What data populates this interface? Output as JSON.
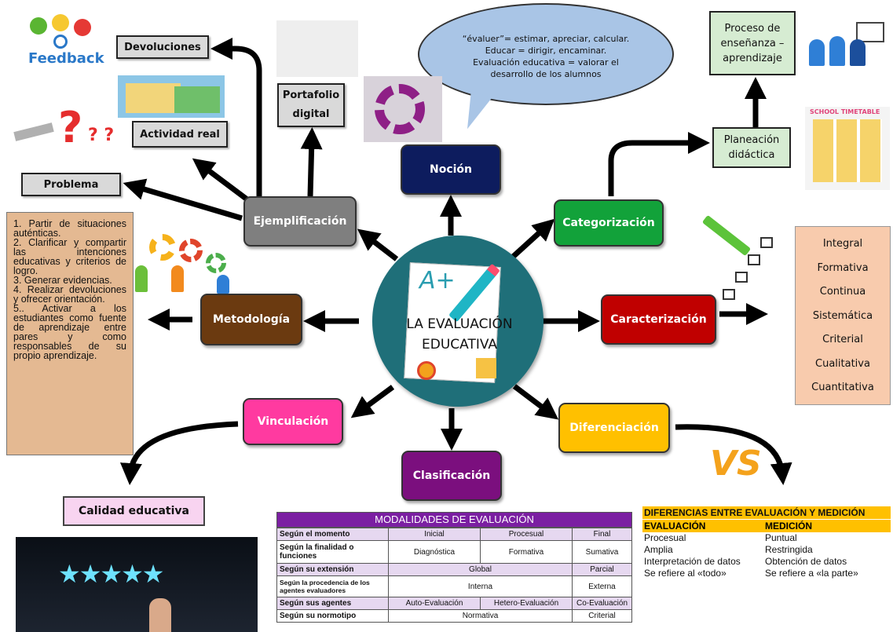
{
  "center": {
    "line1": "LA EVALUACIÓN",
    "line2": "EDUCATIVA",
    "badge": "A+"
  },
  "nodes": {
    "nocion": "Noción",
    "categorizacion": "Categorización",
    "caracterizacion": "Caracterización",
    "diferenciacion": "Diferenciación",
    "clasificacion": "Clasificación",
    "vinculacion": "Vinculación",
    "metodologia": "Metodología",
    "ejemplificacion": "Ejemplificación"
  },
  "colors": {
    "nocion": "#0d1c5e",
    "categorizacion": "#12a23a",
    "caracterizacion": "#c00000",
    "diferenciacion": "#ffc000",
    "clasificacion": "#7b0f7e",
    "vinculacion": "#ff3aa0",
    "metodologia": "#6b3a10",
    "ejemplificacion": "#7f7f7f",
    "center_ring": "#1f6f79"
  },
  "nocion_bubble": {
    "line1": "“évaluer”= estimar, apreciar, calcular.",
    "line2": "Educar = dirigir, encaminar.",
    "line3": "Evaluación educativa = valorar el",
    "line4": "desarrollo de los alumnos"
  },
  "ejemplificacion_items": {
    "devoluciones": "Devoluciones",
    "portafolio_1": "Portafolio",
    "portafolio_2": "digital",
    "actividad": "Actividad real",
    "problema": "Problema",
    "feedback": "Feedback"
  },
  "categorizacion_items": {
    "proceso_1": "Proceso de",
    "proceso_2": "enseñanza –",
    "proceso_3": "aprendizaje",
    "planeacion_1": "Planeación",
    "planeacion_2": "didáctica",
    "timetable": "SCHOOL TIMETABLE"
  },
  "caracteristicas": [
    "Integral",
    "Formativa",
    "Continua",
    "Sistemática",
    "Criterial",
    "Cualitativa",
    "Cuantitativa"
  ],
  "metodologia_steps": {
    "s1": "1. Partir de situaciones auténticas.",
    "s2": "2. Clarificar y compartir las intenciones educativas y criterios de logro.",
    "s3": "3. Generar evidencias.",
    "s4": "4. Realizar devoluciones y ofrecer orientación.",
    "s5": "5.. Activar a los estudiantes como fuente de aprendizaje entre pares y como responsables de su propio aprendizaje."
  },
  "vinculacion_target": "Calidad educativa",
  "vs_label": "VS",
  "modalidades": {
    "title": "MODALIDADES DE EVALUACIÓN",
    "momento": {
      "label": "Según el momento",
      "v1": "Inicial",
      "v2": "Procesual",
      "v3": "Final"
    },
    "finalidad": {
      "label": "Según la finalidad o funciones",
      "v1": "Diagnóstica",
      "v2": "Formativa",
      "v3": "Sumativa"
    },
    "extension": {
      "label": "Según su extensión",
      "v1": "Global",
      "v2": "Parcial"
    },
    "procedencia": {
      "label": "Según la procedencia de los agentes evaluadores",
      "v1": "Interna",
      "v2": "Externa"
    },
    "agentes": {
      "label": "Según sus agentes",
      "v1": "Auto-Evaluación",
      "v2": "Hetero-Evaluación",
      "v3": "Co-Evaluación"
    },
    "normotipo": {
      "label": "Según su normotipo",
      "v1": "Normativa",
      "v2": "Criterial"
    }
  },
  "diferencias": {
    "title": "DIFERENCIAS ENTRE EVALUACIÓN Y MEDICIÓN",
    "col1": "EVALUACIÓN",
    "col2": "MEDICIÓN",
    "rows": [
      [
        "Procesual",
        "Puntual"
      ],
      [
        "Amplia",
        "Restringida"
      ],
      [
        "Interpretación de datos",
        "Obtención de datos"
      ],
      [
        "Se refiere al «todo»",
        "Se refiere a «la parte»"
      ]
    ]
  }
}
